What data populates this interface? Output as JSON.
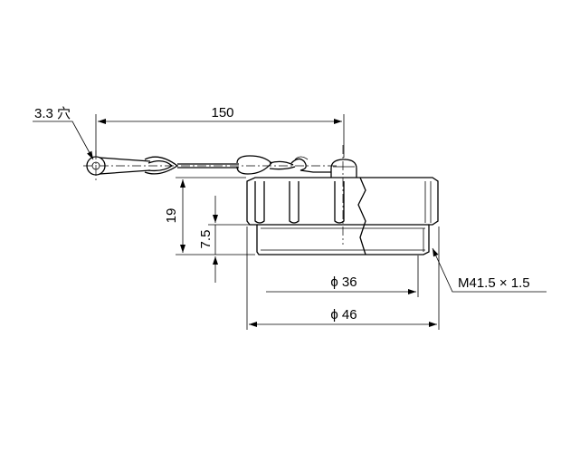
{
  "dimensions": {
    "hole": "3.3 穴",
    "length": "150",
    "height": "19",
    "groove": "7.5",
    "inner_diameter": "ϕ 36",
    "outer_diameter": "ϕ 46",
    "thread": "M41.5 × 1.5"
  }
}
